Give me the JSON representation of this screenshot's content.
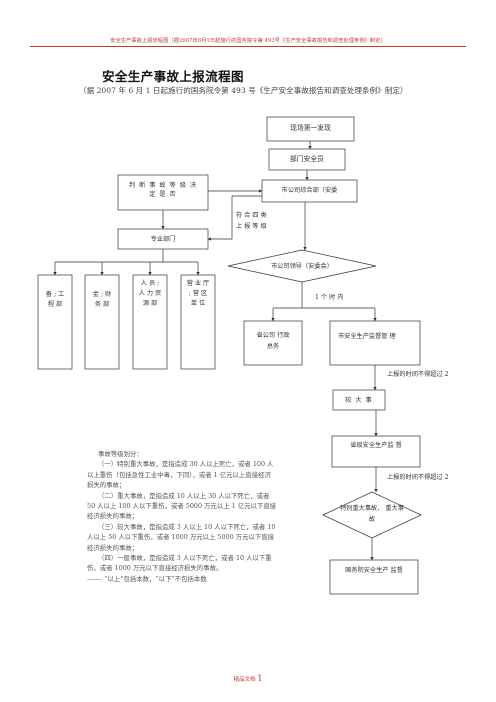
{
  "header": "安全生产事故上报流程图（据2007年6月1日起施行的国务院令第 493号《生产安全事故报告和调查处理条例》制定）",
  "title": "安全生产事故上报流程图",
  "subtitle": "（据 2007 年 6 月 1 日起施行的国务院令第 493 号《生产安全事故报告和调查处理条例》制定）",
  "flow": {
    "scene": "现场第一发现",
    "dept_safety": "部门安全员",
    "judge": "判 断 事 故 等 级 决 定 是 否",
    "company_office": "市公司综合部（安委",
    "specialist": "专业部门",
    "branch_note": "符 合 四 类 上 报 等 级",
    "leader": "市公司领导（安委会）",
    "within_hour": "1 个 时 内",
    "provincial_office": "省公司 行政总务",
    "city_supervision": "市安全生产监督管 理",
    "time_limit_1": "上报的时间不得超过 2",
    "large_accident": "较 大 事",
    "prov_supervision": "省级安全生产监 督",
    "time_limit_2": "上报的时间不得超过 2",
    "major_accident": "特别重大事故、 重大事故",
    "state_supervision": "国务院安全生产 监督",
    "columns": [
      "备 ; 工 程 部",
      "金 ; 财 务 部",
      "人 员 ; 人 力 资 源 部",
      "营 业 厅 ; 营 区 单 位"
    ]
  },
  "notes": {
    "heading": "事故等级划分：",
    "items": [
      "（一）特别重大事故，是指造成 30 人以上死亡，或者 100 人以上重伤（包括急性工业中毒，下同），或者 1 亿元以上直接经济损失的事故；",
      "（二）重大事故，是指造成 10 人以上 30 人以下死亡，或者 50 人以上 100 人以下重伤，或者 5000 万元以上 1 亿元以下直接经济损失的事故；",
      "（三）较大事故，是指造成 3 人以上 10 人以下死亡，或者 10 人以上 50 人以下重伤，或者 1000 万元以上 5000 万元以下直接经济损失的事故；",
      "（四）一般事故，是指造成 3 人以下死亡，或者 10 人以下重伤，或者 1000 万元以下直接经济损失的事故。"
    ],
    "footnote": "------- “以上”包括本数，“以下”不包括本数"
  },
  "footer": {
    "text": "精品文档",
    "page": "1"
  },
  "colors": {
    "header_red": "#c0392b",
    "line": "#333333"
  }
}
